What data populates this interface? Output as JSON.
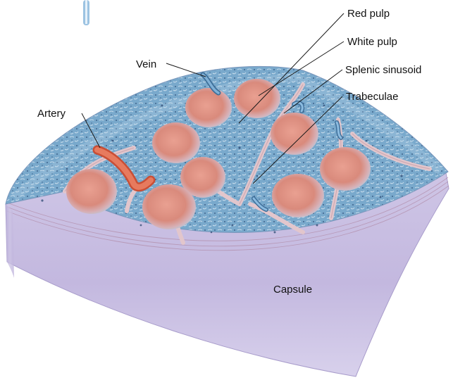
{
  "labels": {
    "red_pulp": "Red pulp",
    "white_pulp": "White pulp",
    "splenic_sinusoid": "Splenic sinusoid",
    "trabeculae": "Trabeculae",
    "vein": "Vein",
    "artery": "Artery",
    "capsule": "Capsule"
  },
  "colors": {
    "background": "#ffffff",
    "capsule": "#c7bde0",
    "red_pulp_tissue": "#6fa2c8",
    "white_pulp_nodule": "#d98a7c",
    "trabecula": "#e2c6cc",
    "artery": "#e2684b",
    "vein": "#5a8fb8"
  }
}
